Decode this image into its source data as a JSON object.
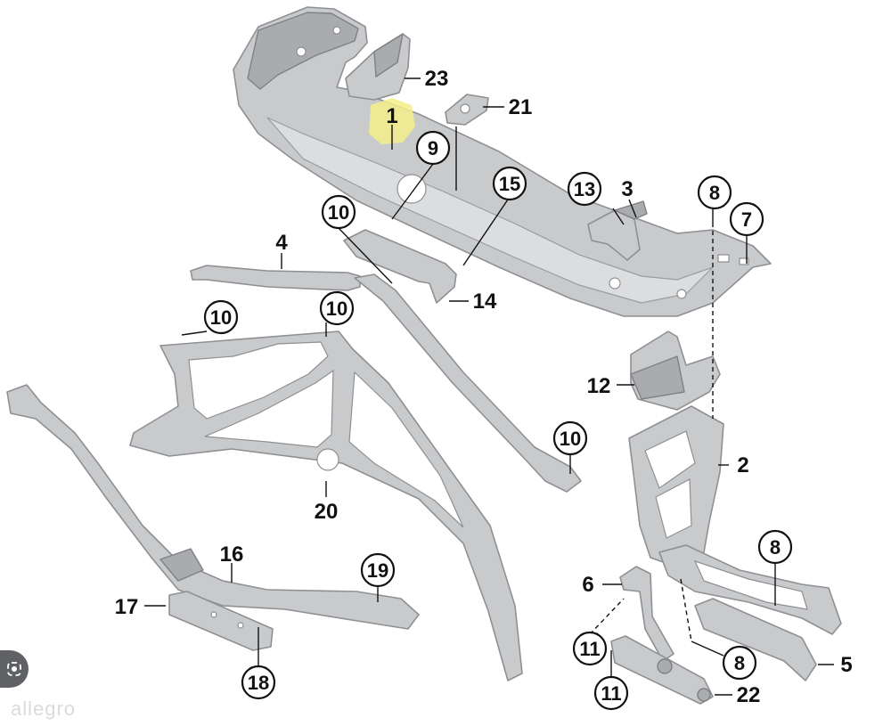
{
  "callouts": {
    "c1": "1",
    "c2": "2",
    "c3": "3",
    "c4": "4",
    "c5": "5",
    "c6": "6",
    "c7": "7",
    "c8a": "8",
    "c8b": "8",
    "c8c": "8",
    "c9": "9",
    "c10a": "10",
    "c10b": "10",
    "c10c": "10",
    "c10d": "10",
    "c11a": "11",
    "c11b": "11",
    "c12": "12",
    "c13": "13",
    "c14": "14",
    "c15": "15",
    "c16": "16",
    "c17": "17",
    "c18": "18",
    "c19": "19",
    "c20": "20",
    "c21": "21",
    "c22": "22",
    "c23": "23"
  },
  "overlay": {
    "lens_icon": "lens-icon",
    "watermark": "allegro"
  },
  "colors": {
    "part_fill": "#c9cacc",
    "part_stroke": "#8e9093",
    "highlight": "#f3ef8a",
    "callout_ink": "#111111"
  }
}
